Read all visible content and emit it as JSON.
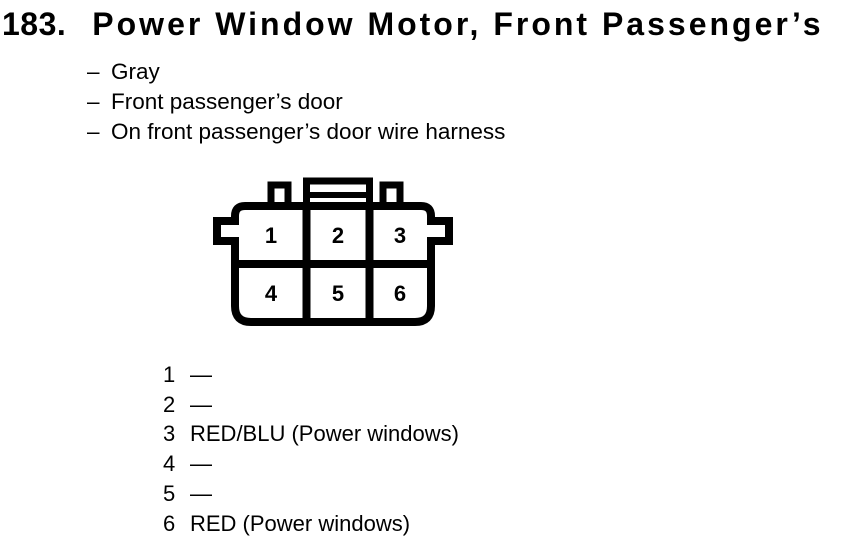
{
  "title": {
    "number": "183.",
    "text": "Power Window Motor, Front Passenger’s"
  },
  "bullets": {
    "dash": "–",
    "items": [
      "Gray",
      "Front passenger’s door",
      "On front passenger’s door wire harness"
    ]
  },
  "connector": {
    "rows": 2,
    "columns": 3,
    "cells": [
      "1",
      "2",
      "3",
      "4",
      "5",
      "6"
    ]
  },
  "pins": [
    {
      "num": "1",
      "wire": "—"
    },
    {
      "num": "2",
      "wire": "—"
    },
    {
      "num": "3",
      "wire": "RED/BLU (Power windows)"
    },
    {
      "num": "4",
      "wire": "—"
    },
    {
      "num": "5",
      "wire": "—"
    },
    {
      "num": "6",
      "wire": "RED (Power windows)"
    }
  ],
  "colors": {
    "ink": "#000000",
    "paper": "#ffffff"
  }
}
